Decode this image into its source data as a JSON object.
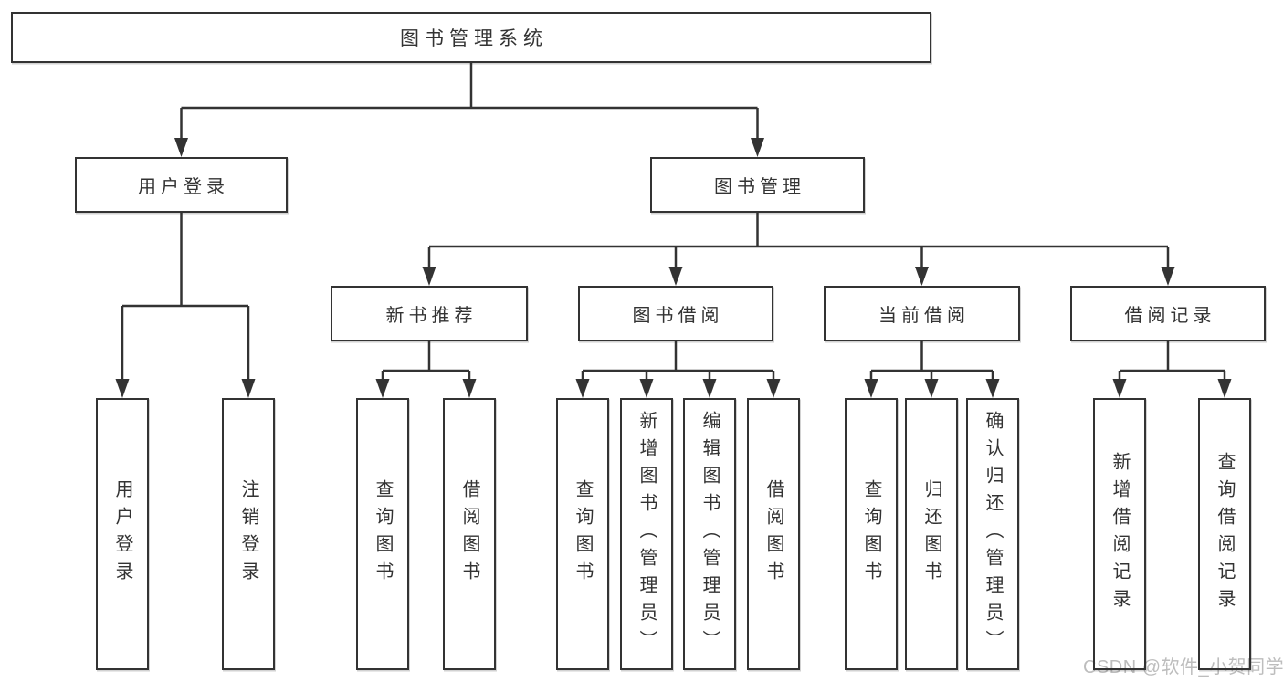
{
  "diagram": {
    "type": "hierarchy-tree",
    "line_color": "#333333",
    "box_border_color": "#333333",
    "text_color": "#333333",
    "background_color": "#ffffff",
    "tree": {
      "root": {
        "label": "图书管理系统"
      },
      "branches": [
        {
          "label": "用户登录",
          "children": [
            {
              "label": "用户登录"
            },
            {
              "label": "注销登录"
            }
          ]
        },
        {
          "label": "图书管理",
          "children": [
            {
              "label": "新书推荐",
              "children": [
                {
                  "label": "查询图书"
                },
                {
                  "label": "借阅图书"
                }
              ]
            },
            {
              "label": "图书借阅",
              "children": [
                {
                  "label": "查询图书"
                },
                {
                  "label": "新增图书（管理员）"
                },
                {
                  "label": "编辑图书（管理员）"
                },
                {
                  "label": "借阅图书"
                }
              ]
            },
            {
              "label": "当前借阅",
              "children": [
                {
                  "label": "查询图书"
                },
                {
                  "label": "归还图书"
                },
                {
                  "label": "确认归还（管理员）"
                }
              ]
            },
            {
              "label": "借阅记录",
              "children": [
                {
                  "label": "新增借阅记录"
                },
                {
                  "label": "查询借阅记录"
                }
              ]
            }
          ]
        }
      ]
    }
  },
  "watermark": {
    "text": "CSDN @软件_小贺同学",
    "color": "#bdbdbd"
  }
}
